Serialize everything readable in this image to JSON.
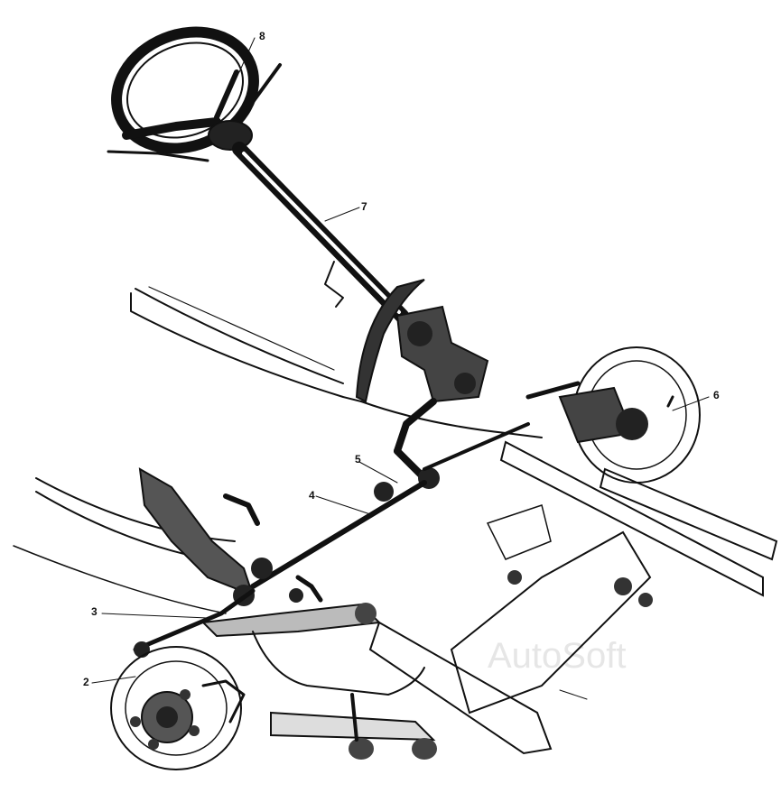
{
  "diagram": {
    "callouts": [
      {
        "id": "1",
        "label": ""
      },
      {
        "id": "2",
        "label": "2"
      },
      {
        "id": "3",
        "label": "3"
      },
      {
        "id": "4",
        "label": "4"
      },
      {
        "id": "5",
        "label": "5"
      },
      {
        "id": "6",
        "label": "6"
      },
      {
        "id": "7",
        "label": "7"
      },
      {
        "id": "8",
        "label": "8"
      }
    ],
    "watermark": "AutoSoft",
    "ink_color": "#111111",
    "paper_color": "#ffffff"
  }
}
